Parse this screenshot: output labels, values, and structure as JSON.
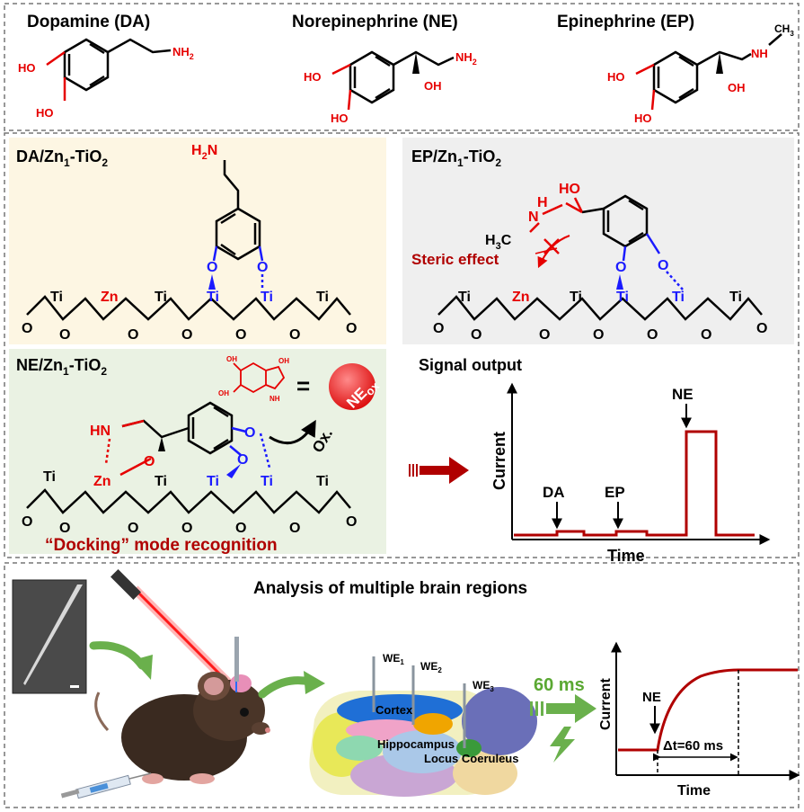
{
  "top": {
    "titles": [
      "Dopamine (DA)",
      "Norepinephrine (NE)",
      "Epinephrine (EP)"
    ],
    "groups": {
      "ho": "HO",
      "oh": "OH",
      "nh2": "NH",
      "nh2_sub": "2",
      "nh": "NH",
      "ch3": "CH",
      "ch3_sub": "3"
    }
  },
  "da_panel": {
    "title_a": "DA/Zn",
    "title_sub1": "1",
    "title_b": "-TiO",
    "title_sub2": "2",
    "h2n": "H",
    "h2n_sub": "2",
    "h2n_n": "N"
  },
  "ep_panel": {
    "title_a": "EP/Zn",
    "title_sub1": "1",
    "title_b": "-TiO",
    "title_sub2": "2",
    "ho": "HO",
    "nh": "N",
    "nh_h": "H",
    "h3c": "H",
    "h3c_sub": "3",
    "h3c_c": "C",
    "steric": "Steric effect"
  },
  "ne_panel": {
    "title_a": "NE/Zn",
    "title_sub1": "1",
    "title_b": "-TiO",
    "title_sub2": "2",
    "hn": "HN",
    "equals": "=",
    "ne_ox": "NE",
    "ne_ox_sub": "ox",
    "ox": "Ox.",
    "caption": "“Docking” mode recognition",
    "nh": "NH",
    "oh": "OH"
  },
  "atoms": {
    "ti": "Ti",
    "zn": "Zn",
    "o": "O"
  },
  "signal": {
    "title": "Signal output",
    "ylabel": "Current",
    "xlabel": "Time",
    "peaks": [
      "DA",
      "EP",
      "NE"
    ]
  },
  "bottom": {
    "title": "Analysis of multiple brain regions",
    "we1": "WE",
    "we1_sub": "1",
    "we2": "WE",
    "we2_sub": "2",
    "we3": "WE",
    "we3_sub": "3",
    "regions": [
      "Cortex",
      "Hippocampus",
      "Locus Coeruleus"
    ],
    "speed": "60 ms",
    "resp_ylabel": "Current",
    "resp_xlabel": "Time",
    "resp_marker": "NE",
    "resp_delta": "Δt=60 ms"
  },
  "colors": {
    "red": "#e60000",
    "blue": "#1a1aff",
    "darkred": "#b00000",
    "green": "#5aa832"
  }
}
